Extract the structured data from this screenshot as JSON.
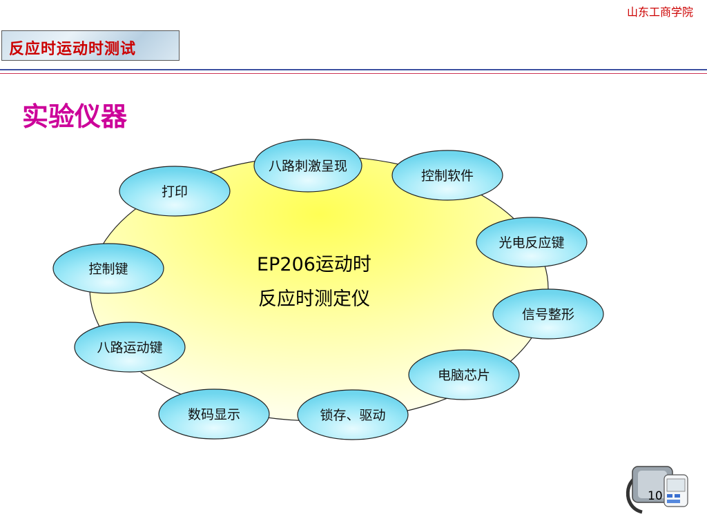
{
  "header": {
    "school": "山东工商学院",
    "title": "反应时运动时测试"
  },
  "section_heading": "实验仪器",
  "diagram": {
    "center_line1": "EP206运动时",
    "center_line2": "反应时测定仪",
    "nodes": [
      "八路刺激呈现",
      "控制软件",
      "光电反应键",
      "信号整形",
      "电脑芯片",
      "锁存、驱动",
      "数码显示",
      "八路运动键",
      "控制键",
      "打印"
    ]
  },
  "footer": {
    "page_number": "10",
    "device_icon": "blood-pressure-monitor-icon"
  }
}
